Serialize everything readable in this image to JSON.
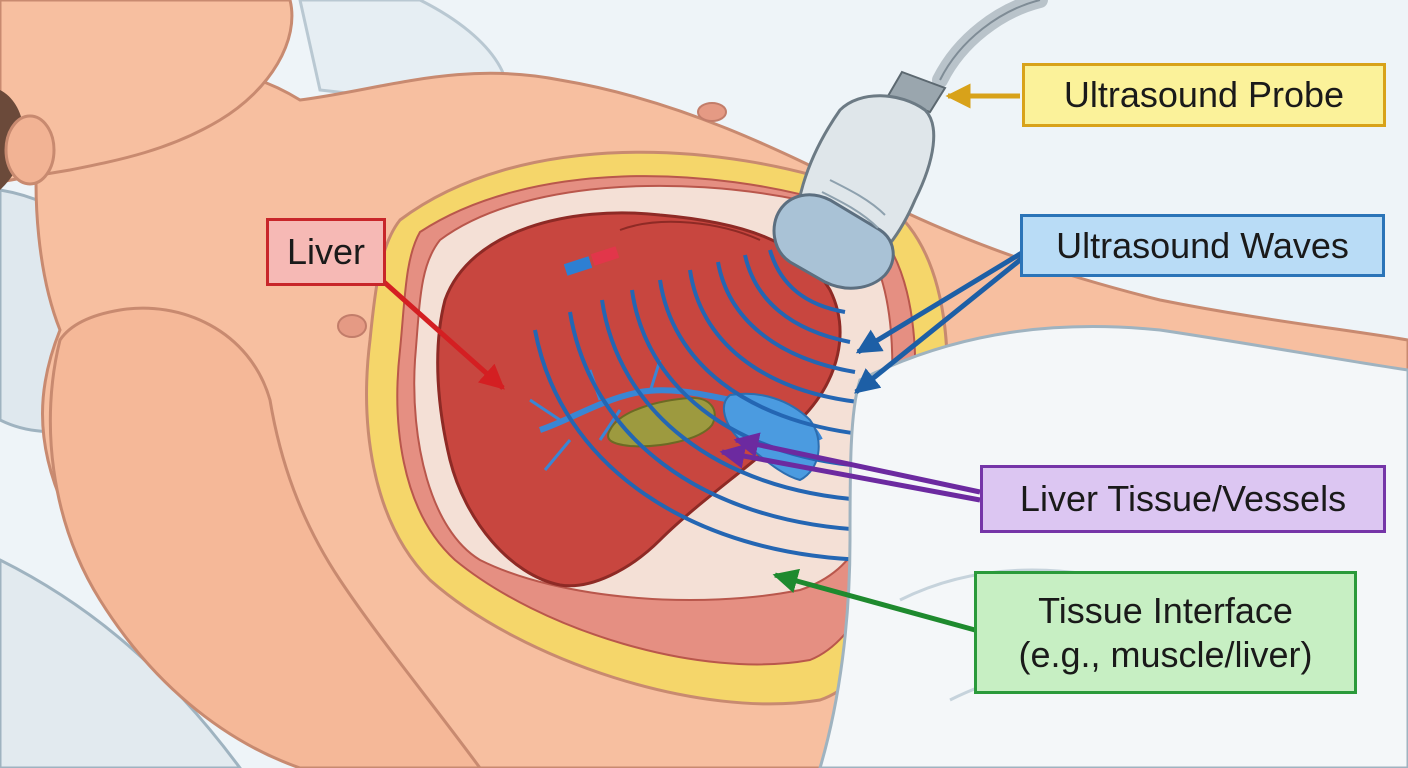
{
  "labels": {
    "probe": {
      "text": "Ultrasound Probe",
      "fill": "#fbf29a",
      "border": "#d8a21a",
      "arrow": "#d8a21a"
    },
    "waves": {
      "text": "Ultrasound Waves",
      "fill": "#b9dcf6",
      "border": "#2b74b8",
      "arrow": "#1d5fa6"
    },
    "liver": {
      "text": "Liver",
      "fill": "#f6b9b5",
      "border": "#c8262a",
      "arrow": "#d41f22"
    },
    "tissue": {
      "text": "Liver Tissue/Vessels",
      "fill": "#dcc6f2",
      "border": "#7535a8",
      "arrow": "#6c2aa0"
    },
    "interface": {
      "text": "Tissue Interface\n(e.g., muscle/liver)",
      "fill": "#c7efc3",
      "border": "#2a9a3a",
      "arrow": "#1e8a2e"
    }
  },
  "colors": {
    "skin": "#f7bfa0",
    "skin_outline": "#c88a70",
    "fat_layer": "#f5d66a",
    "muscle": "#e58f82",
    "liver": "#c8463f",
    "wave": "#2466b3",
    "vessel_blue": "#3a86d4",
    "gallbladder": "#9d9a3f",
    "sheet": "#f4f7f9",
    "pillow": "#dfe8ee",
    "probe_body": "#dfe6ea"
  },
  "icons": {
    "probe": "ultrasound-probe-icon",
    "waves": "ultrasound-wave-arcs",
    "liver": "liver-organ"
  }
}
